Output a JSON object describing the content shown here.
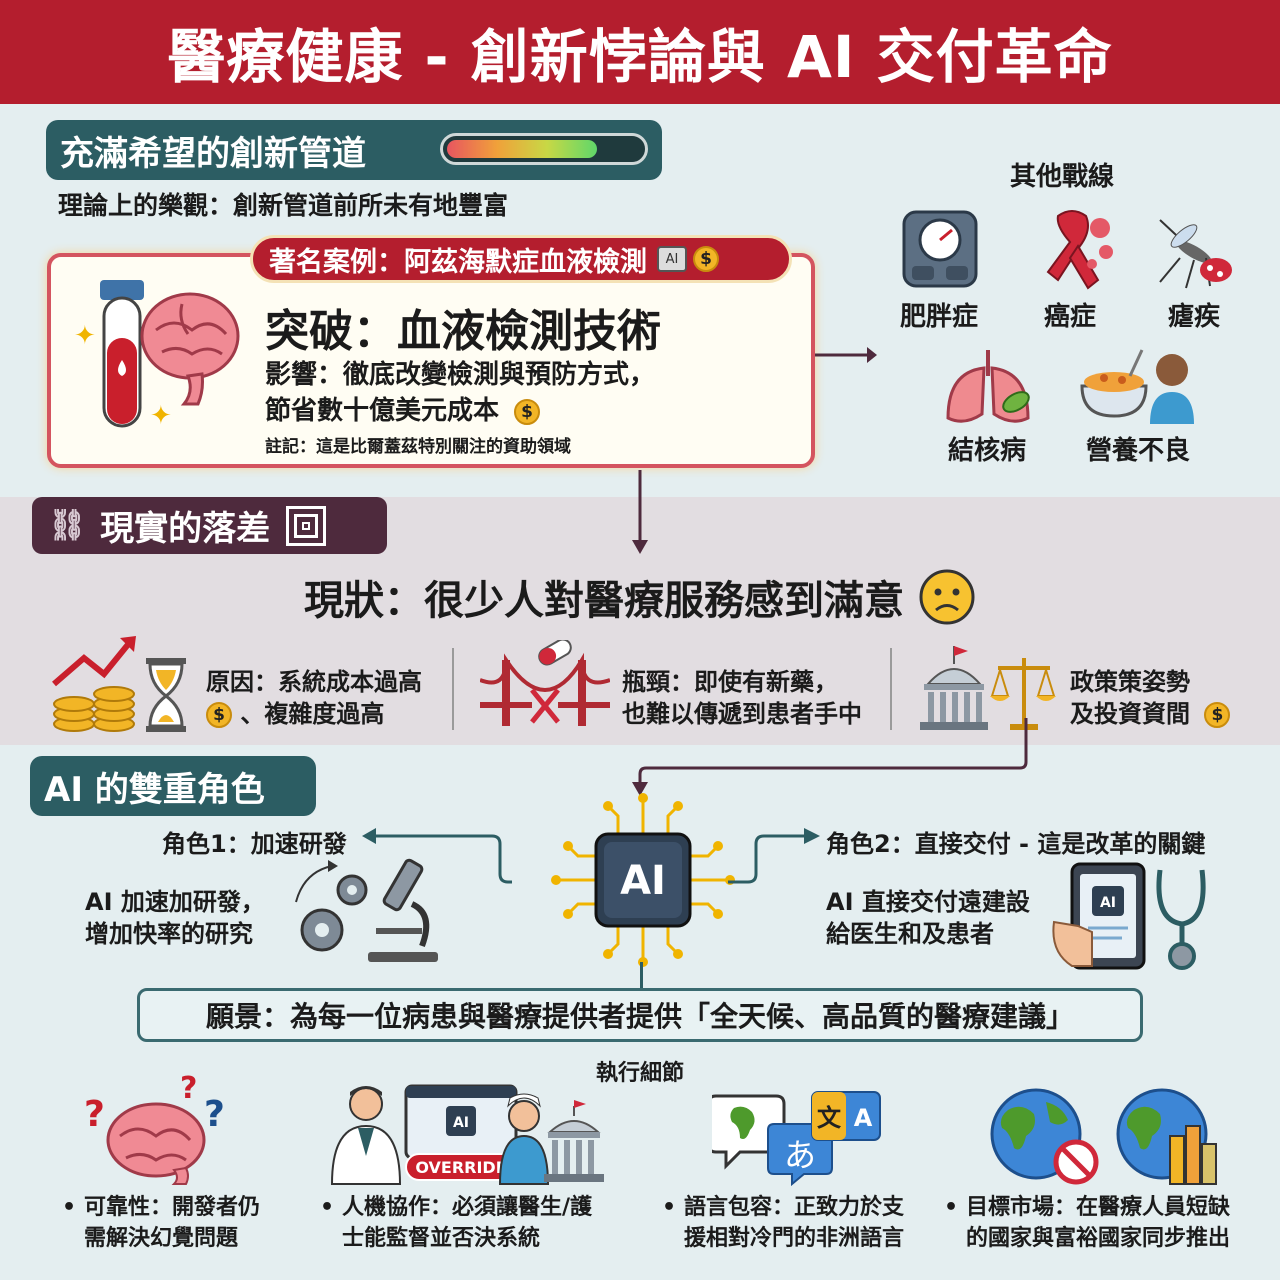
{
  "header": {
    "title": "醫療健康 - 創新悖論與 AI 交付革命"
  },
  "pipeline": {
    "label": "充滿希望的創新管道",
    "subtitle": "理論上的樂觀：創新管道前所未有地豐富",
    "case_title": "著名案例：阿茲海默症血液檢測",
    "chip_label": "AI",
    "coin_symbol": "$",
    "breakthrough": "突破：血液檢測技術",
    "impact_line1": "影響：徹底改變檢測與預防方式，",
    "impact_line2": "節省數十億美元成本",
    "note": "註記：這是比爾蓋茲特別關注的資助領域"
  },
  "fronts": {
    "title": "其他戰線",
    "items": [
      "肥胖症",
      "癌症",
      "瘧疾",
      "結核病",
      "營養不良"
    ]
  },
  "reality": {
    "label": "現實的落差",
    "status": "現狀：很少人對醫療服務感到滿意",
    "reasons": [
      {
        "line1": "原因：系統成本過高",
        "line2": "、複雜度過高"
      },
      {
        "line1": "瓶頸：即使有新藥，",
        "line2": "也難以傳遞到患者手中"
      },
      {
        "line1": "政策策姿勢",
        "line2": "及投資資間"
      }
    ]
  },
  "ai_roles": {
    "label": "AI 的雙重角色",
    "chip_label": "AI",
    "role1_title": "角色1：加速研發",
    "role1_line1": "AI 加速加研發，",
    "role1_line2": "增加快率的研究",
    "role2_title": "角色2：直接交付 - 這是改革的關鍵",
    "role2_line1": "AI 直接交付遠建設",
    "role2_line2": "給医生和及患者",
    "vision": "願景：為每一位病患與醫療提供者提供「全天候、高品質的醫療建議」"
  },
  "details": {
    "title": "執行細節",
    "override_label": "OVERRIDE",
    "lang_glyph_1": "あ",
    "lang_glyph_2": "文",
    "lang_glyph_3": "A",
    "items": [
      {
        "line1": "可靠性：開發者仍",
        "line2": "需解決幻覺問題"
      },
      {
        "line1": "人機協作：必須讓醫生/護",
        "line2": "士能監督並否決系統"
      },
      {
        "line1": "語言包容：正致力於支",
        "line2": "援相對冷門的非洲語言"
      },
      {
        "line1": "目標市場：在醫療人員短缺",
        "line2": "的國家與富裕國家同步推出"
      }
    ]
  },
  "colors": {
    "banner": "#b41e2e",
    "teal": "#2c5d63",
    "plum": "#4e2a3d",
    "gold": "#f2b526"
  }
}
